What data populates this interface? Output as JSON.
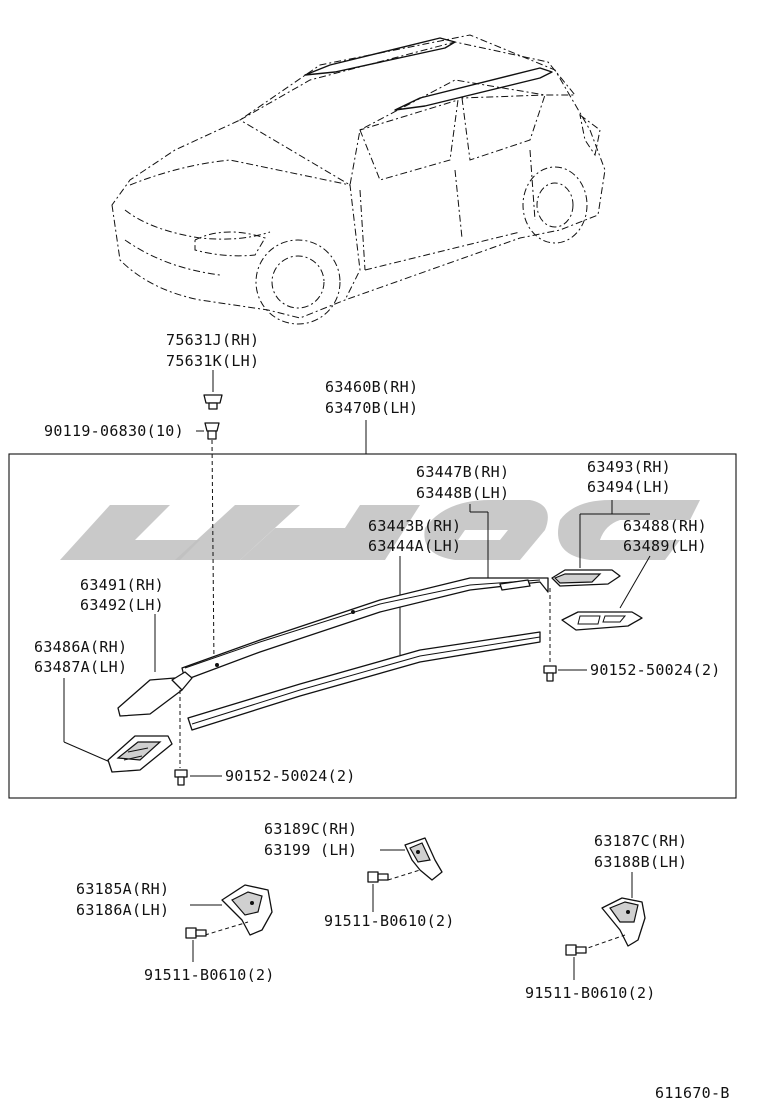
{
  "parts": {
    "emblem": {
      "rh": "75631J(RH)",
      "lh": "75631K(LH)"
    },
    "clip_top": "90119-06830(10)",
    "rack_assembly": {
      "rh": "63460B(RH)",
      "lh": "63470B(LH)"
    },
    "rail_outer": {
      "rh": "63447B(RH)",
      "lh": "63448B(LH)"
    },
    "rail_inner": {
      "rh": "63443B(RH)",
      "lh": "63444A(LH)"
    },
    "end_cover_rear": {
      "rh": "63493(RH)",
      "lh": "63494(LH)"
    },
    "end_base_rear": {
      "rh": "63488(RH)",
      "lh": "63489(LH)"
    },
    "end_cover_front": {
      "rh": "63491(RH)",
      "lh": "63492(LH)"
    },
    "end_base_front": {
      "rh": "63486A(RH)",
      "lh": "63487A(LH)"
    },
    "screw_rear": "90152-50024(2)",
    "screw_front": "90152-50024(2)",
    "bracket_center": {
      "rh": "63189C(RH)",
      "lh": "63199  (LH)"
    },
    "bracket_left": {
      "rh": "63185A(RH)",
      "lh": "63186A(LH)"
    },
    "bracket_right": {
      "rh": "63187C(RH)",
      "lh": "63188B(LH)"
    },
    "bolt_center": "91511-B0610(2)",
    "bolt_left": "91511-B0610(2)",
    "bolt_right": "91511-B0610(2)"
  },
  "diagram_code": "611670-B",
  "colors": {
    "ink": "#111111",
    "watermark": "#bfbfbf",
    "background": "#ffffff"
  }
}
